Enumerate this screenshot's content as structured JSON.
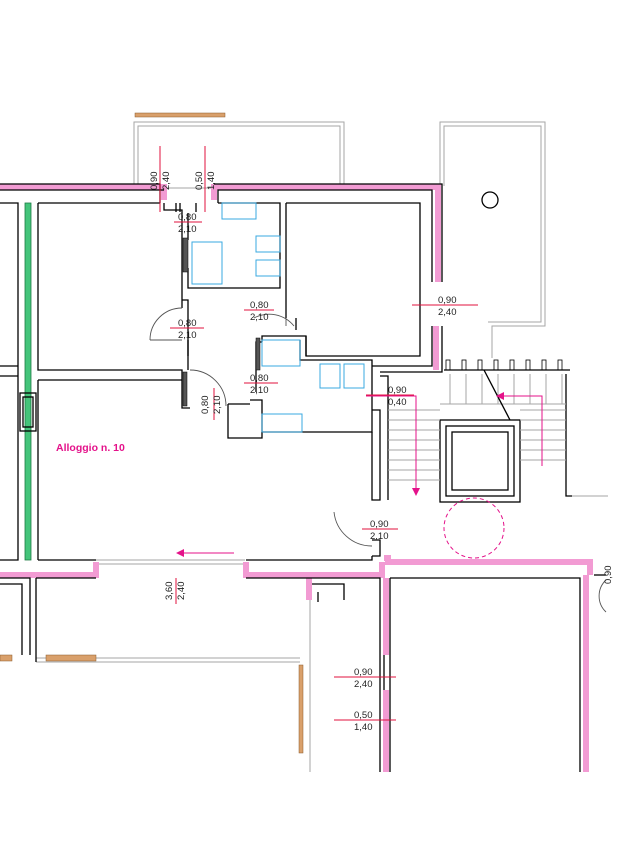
{
  "apartment_label": "Alloggio n. 10",
  "dimensions": [
    {
      "id": "d1",
      "top": "0,90",
      "bottom": "2,40"
    },
    {
      "id": "d2",
      "top": "0,50",
      "bottom": "1,40"
    },
    {
      "id": "d3",
      "top": "0,80",
      "bottom": "2,10"
    },
    {
      "id": "d4",
      "top": "0,80",
      "bottom": "2,10"
    },
    {
      "id": "d5",
      "top": "0,80",
      "bottom": "2,10"
    },
    {
      "id": "d6",
      "top": "0,80",
      "bottom": "2,10"
    },
    {
      "id": "d7",
      "top": "0,80",
      "bottom": "2,10"
    },
    {
      "id": "d8",
      "top": "0,90",
      "bottom": "2,40"
    },
    {
      "id": "d9",
      "top": "0,90",
      "bottom": "0,40"
    },
    {
      "id": "d10",
      "top": "0,90",
      "bottom": "2,10"
    },
    {
      "id": "d11",
      "top": "3,60",
      "bottom": "2,40"
    },
    {
      "id": "d12",
      "top": "0,90",
      "bottom": ""
    },
    {
      "id": "d13",
      "top": "0,90",
      "bottom": "2,40"
    },
    {
      "id": "d14",
      "top": "0,50",
      "bottom": "1,40"
    }
  ],
  "colors": {
    "walls": "#000000",
    "perimeter": "#f29bd3",
    "annotation": "#e4128a",
    "fixtures": "#3aa9e0",
    "railing": "#d9a06b",
    "green_wall": "#44c47a"
  }
}
